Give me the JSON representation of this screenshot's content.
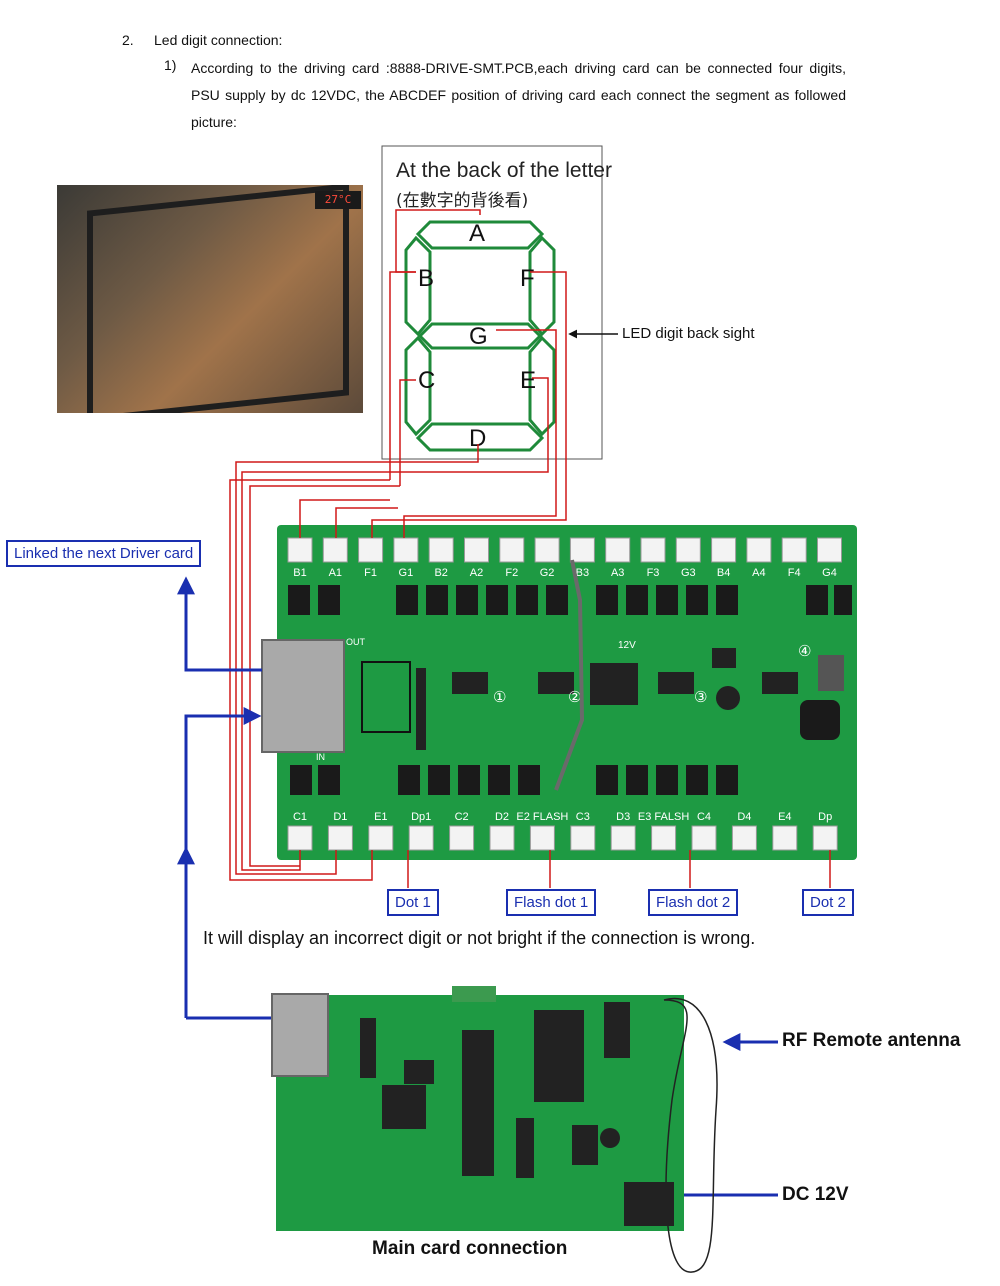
{
  "doc": {
    "section_number": "2.",
    "section_title": "Led digit connection:",
    "item_number": "1)",
    "item_text": "According to the driving card :8888-DRIVE-SMT.PCB,each driving card can be connected four digits, PSU supply by dc 12VDC, the ABCDEF   position of driving card each connect the segment as followed picture:"
  },
  "digit_box": {
    "title": "At the back of the letter",
    "subtitle": "(在數字的背後看)",
    "segments": {
      "a": "A",
      "b": "B",
      "c": "C",
      "d": "D",
      "e": "E",
      "f": "F",
      "g": "G"
    }
  },
  "photo": {
    "display_text": "27°C"
  },
  "labels": {
    "led_back_sight": "LED digit back sight",
    "linked_next": "Linked the next Driver card",
    "dot1": "Dot 1",
    "flash_dot1": "Flash dot 1",
    "flash_dot2": "Flash dot 2",
    "dot2": "Dot 2",
    "warning": "It will display an incorrect digit or not bright if the connection is wrong.",
    "rf_antenna": "RF Remote antenna",
    "dc12v": "DC 12V",
    "main_card": "Main card connection"
  },
  "driver_card": {
    "top_pins": [
      "B1",
      "A1",
      "F1",
      "G1",
      "B2",
      "A2",
      "F2",
      "G2",
      "B3",
      "A3",
      "F3",
      "G3",
      "B4",
      "A4",
      "F4",
      "G4"
    ],
    "bottom_pins": [
      "C1",
      "D1",
      "E1",
      "Dp1",
      "C2",
      "D2",
      "E2 FLASH",
      "C3",
      "D3",
      "E3 FALSH",
      "C4",
      "D4",
      "E4",
      "Dp"
    ],
    "port_labels": {
      "out": "OUT",
      "in": "IN"
    },
    "circle_numbers": [
      "①",
      "②",
      "③",
      "④"
    ],
    "voltage": "12V"
  },
  "colors": {
    "pcb": "#1e9a43",
    "segment": "#1f8a3a",
    "wire": "#d01818",
    "arrow": "#1a2fb0"
  }
}
